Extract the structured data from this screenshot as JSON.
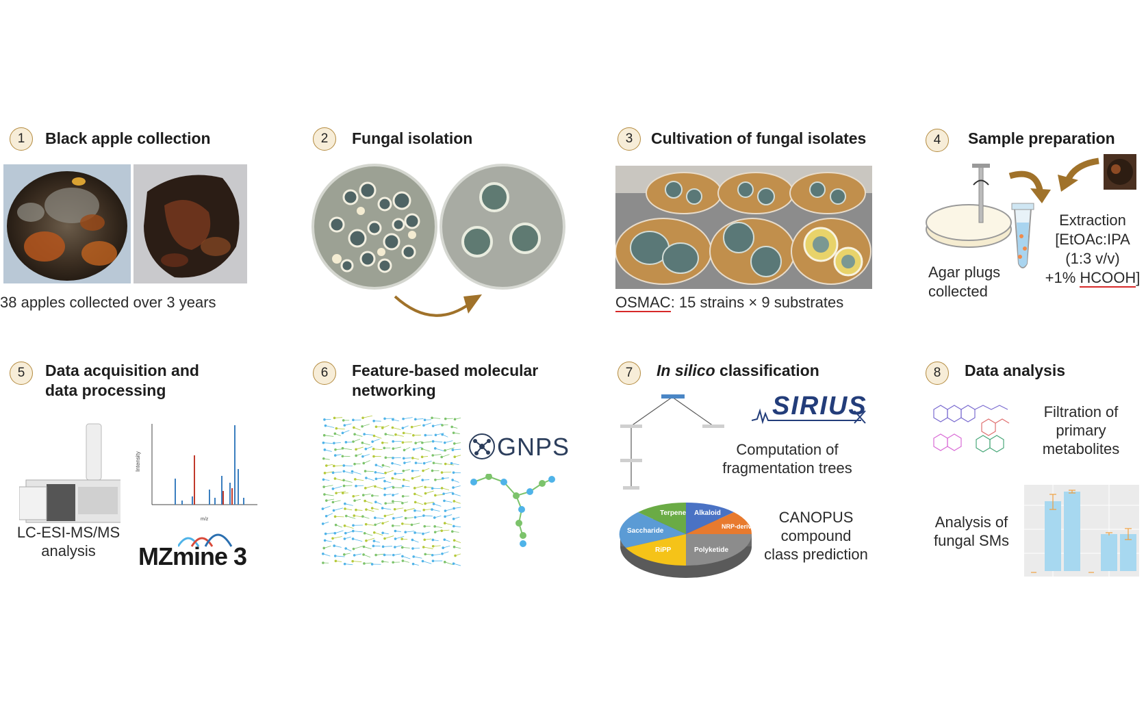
{
  "steps": [
    {
      "number": "1",
      "title": "Black apple collection",
      "caption": "38 apples collected over 3 years"
    },
    {
      "number": "2",
      "title": "Fungal isolation"
    },
    {
      "number": "3",
      "title": "Cultivation of fungal isolates",
      "caption_underlined": "OSMAC",
      "caption_rest": ": 15 strains × 9 substrates"
    },
    {
      "number": "4",
      "title": "Sample preparation",
      "agar_caption_1": "Agar plugs",
      "agar_caption_2": "collected",
      "extraction_line_1": "Extraction",
      "extraction_line_2": "[EtOAc:IPA",
      "extraction_line_3": "(1:3 v/v)",
      "extraction_line_4_prefix": "+1% ",
      "extraction_line_4_underlined": "HCOOH",
      "extraction_line_4_suffix": "]"
    },
    {
      "number": "5",
      "title_line_1": "Data acquisition and",
      "title_line_2": "data processing",
      "caption_line_1": "LC-ESI-MS/MS",
      "caption_line_2": "analysis",
      "logo_text_1": "MZmine",
      "logo_text_2": "3"
    },
    {
      "number": "6",
      "title_line_1": "Feature-based molecular",
      "title_line_2": "networking",
      "logo_text": "GNPS"
    },
    {
      "number": "7",
      "title_italic": "In silico",
      "title_rest": " classification",
      "logo_text": "SIRIUS",
      "caption_1_line_1": "Computation of",
      "caption_1_line_2": "fragmentation trees",
      "caption_2_line_1": "CANOPUS",
      "caption_2_line_2": "compound",
      "caption_2_line_3": "class prediction"
    },
    {
      "number": "8",
      "title": "Data analysis",
      "caption_1_line_1": "Filtration of",
      "caption_1_line_2": "primary",
      "caption_1_line_3": "metabolites",
      "caption_2_line_1": "Analysis of",
      "caption_2_line_2": "fungal SMs"
    }
  ],
  "pie_labels": [
    "Terpene",
    "Alkaloid",
    "NRP-derived",
    "Polyketide",
    "RiPP",
    "Saccharide"
  ],
  "colors": {
    "arrow": "#a0722a",
    "number_fill": "#f7edd8",
    "number_border": "#b38a3e",
    "underline": "#d62828",
    "spectrum_blue": "#3a7ebf",
    "spectrum_red": "#c0392b",
    "network_blue": "#4fb3e8",
    "network_green": "#7cc36b"
  }
}
